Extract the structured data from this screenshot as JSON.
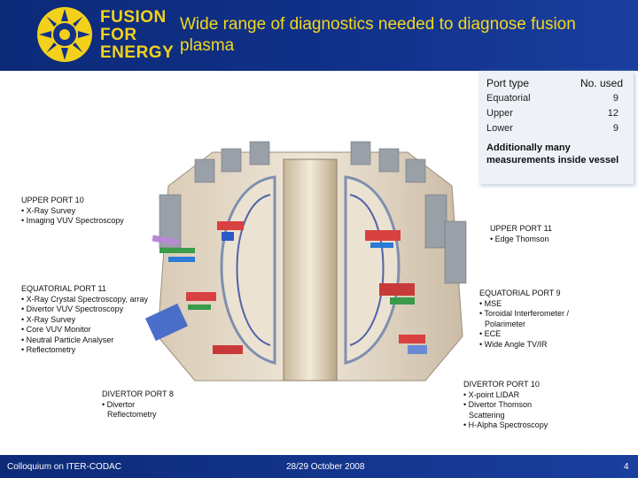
{
  "header": {
    "logo_lines": [
      "FUSION",
      "FOR",
      "ENERGY"
    ],
    "title": "Wide range of diagnostics needed to diagnose fusion plasma"
  },
  "port_table": {
    "col_headers": [
      "Port type",
      "No. used"
    ],
    "rows": [
      {
        "type": "Equatorial",
        "count": "9"
      },
      {
        "type": "Upper",
        "count": "12"
      },
      {
        "type": "Lower",
        "count": "9"
      }
    ],
    "note": "Additionally many measurements inside vessel"
  },
  "labels": {
    "upper10": {
      "title": "UPPER PORT 10",
      "items": [
        "• X-Ray Survey",
        "• Imaging VUV Spectroscopy"
      ]
    },
    "upper11": {
      "title": "UPPER PORT 11",
      "items": [
        "• Edge Thomson"
      ]
    },
    "eq11": {
      "title": "EQUATORIAL PORT 11",
      "items": [
        "• X-Ray Crystal Spectroscopy, array",
        "• Divertor VUV Spectroscopy",
        "• X-Ray Survey",
        "• Core VUV Monitor",
        "• Neutral Particle Analyser",
        "• Reflectometry"
      ]
    },
    "eq9": {
      "title": "EQUATORIAL PORT 9",
      "items": [
        "• MSE",
        "• Toroidal Interferometer /",
        "Polarimeter",
        "• ECE",
        "• Wide Angle TV/IR"
      ]
    },
    "div8": {
      "title": "DIVERTOR PORT 8",
      "items": [
        "• Divertor",
        "Reflectometry"
      ]
    },
    "div10": {
      "title": "DIVERTOR PORT 10",
      "items": [
        "• X-point LIDAR",
        "• Divertor Thomson",
        "Scattering",
        "• H-Alpha Spectroscopy"
      ]
    }
  },
  "footer": {
    "left": "Colloquium on ITER-CODAC",
    "center": "28/29 October 2008",
    "page": "4"
  },
  "colors": {
    "header_blue": "#11318a",
    "title_yellow": "#f4d81c"
  }
}
